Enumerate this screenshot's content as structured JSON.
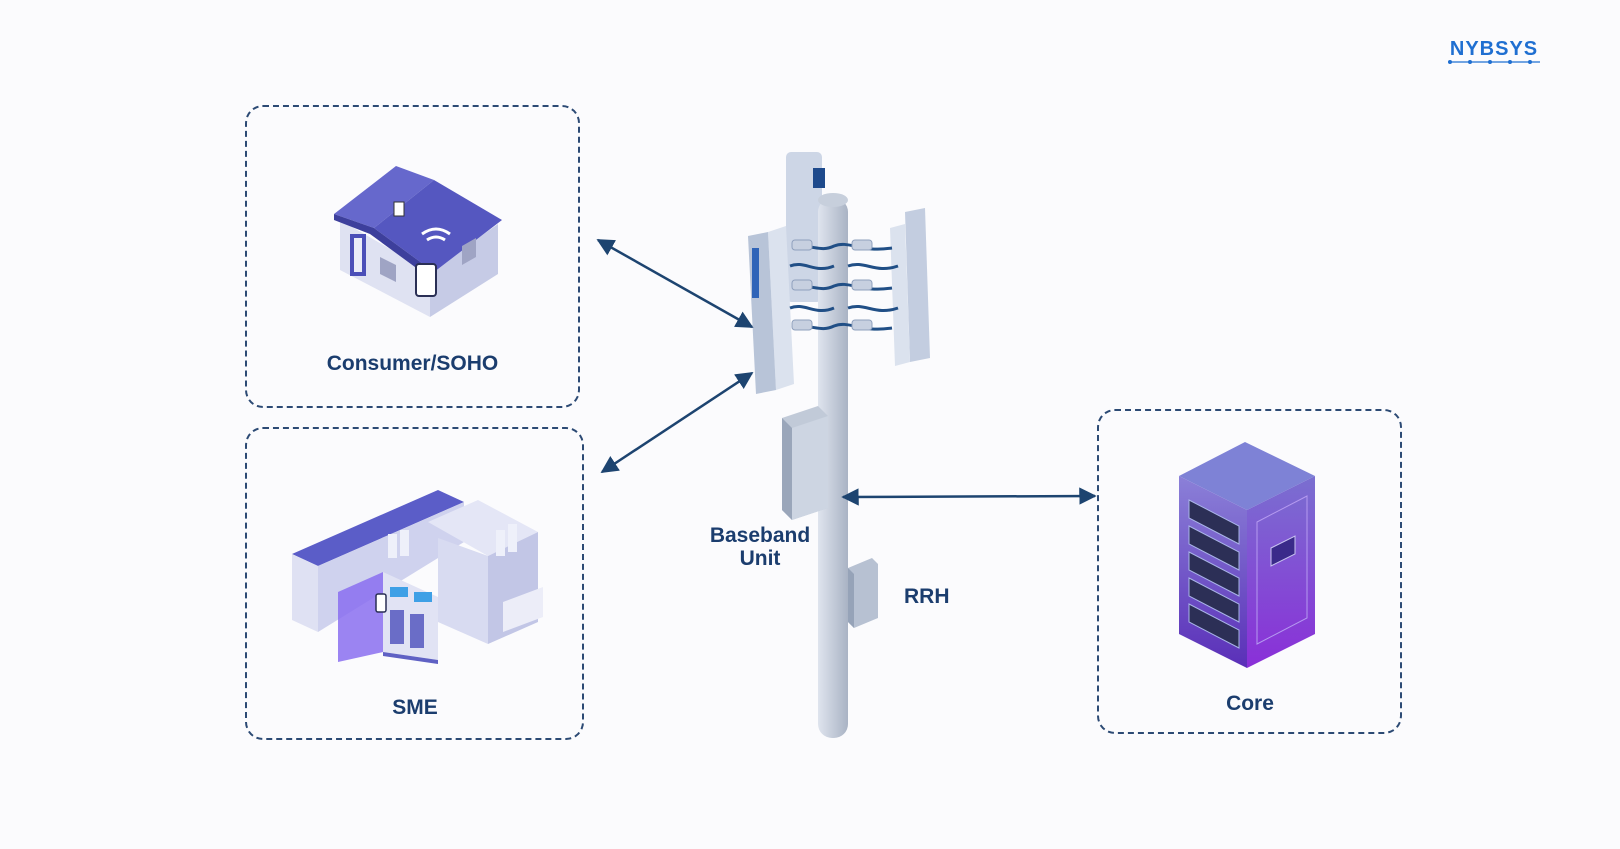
{
  "brand": {
    "name": "NYBSYS"
  },
  "nodes": {
    "consumer": {
      "label": "Consumer/SOHO",
      "icon": "house-icon"
    },
    "sme": {
      "label": "SME",
      "icon": "factory-icon"
    },
    "core": {
      "label": "Core",
      "icon": "server-rack-icon"
    },
    "baseband": {
      "label_line1": "Baseband",
      "label_line2": "Unit"
    },
    "rrh": {
      "label": "RRH"
    }
  },
  "edges": [
    {
      "from": "Consumer/SOHO",
      "to": "antenna",
      "bidirectional": true
    },
    {
      "from": "SME",
      "to": "antenna",
      "bidirectional": true
    },
    {
      "from": "Baseband Unit",
      "to": "Core",
      "bidirectional": true
    }
  ],
  "colors": {
    "accent": "#1b3d6e",
    "arrow": "#1d4470",
    "brand": "#1f6fd1",
    "roof": "#5a5cc6",
    "server": "#6b3fd0"
  }
}
